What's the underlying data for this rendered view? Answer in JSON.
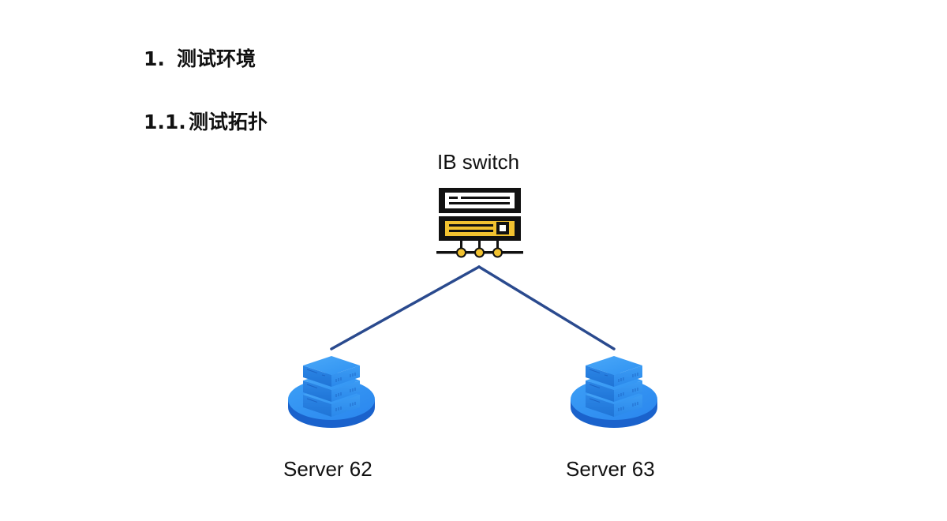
{
  "document": {
    "section": {
      "number": "1.",
      "title": "测试环境"
    },
    "subsection": {
      "number": "1.1.",
      "title": "测试拓扑"
    }
  },
  "diagram": {
    "nodes": [
      {
        "id": "switch",
        "label": "IB switch",
        "icon": "network-switch-icon"
      },
      {
        "id": "server62",
        "label": "Server 62",
        "icon": "server-stack-icon"
      },
      {
        "id": "server63",
        "label": "Server 63",
        "icon": "server-stack-icon"
      }
    ],
    "edges": [
      {
        "from": "switch",
        "to": "server62"
      },
      {
        "from": "switch",
        "to": "server63"
      }
    ],
    "colors": {
      "link": "#2a4a8e",
      "switch_accent": "#f2c230",
      "switch_outline": "#111111",
      "server_blue": "#2e8ff0"
    }
  }
}
